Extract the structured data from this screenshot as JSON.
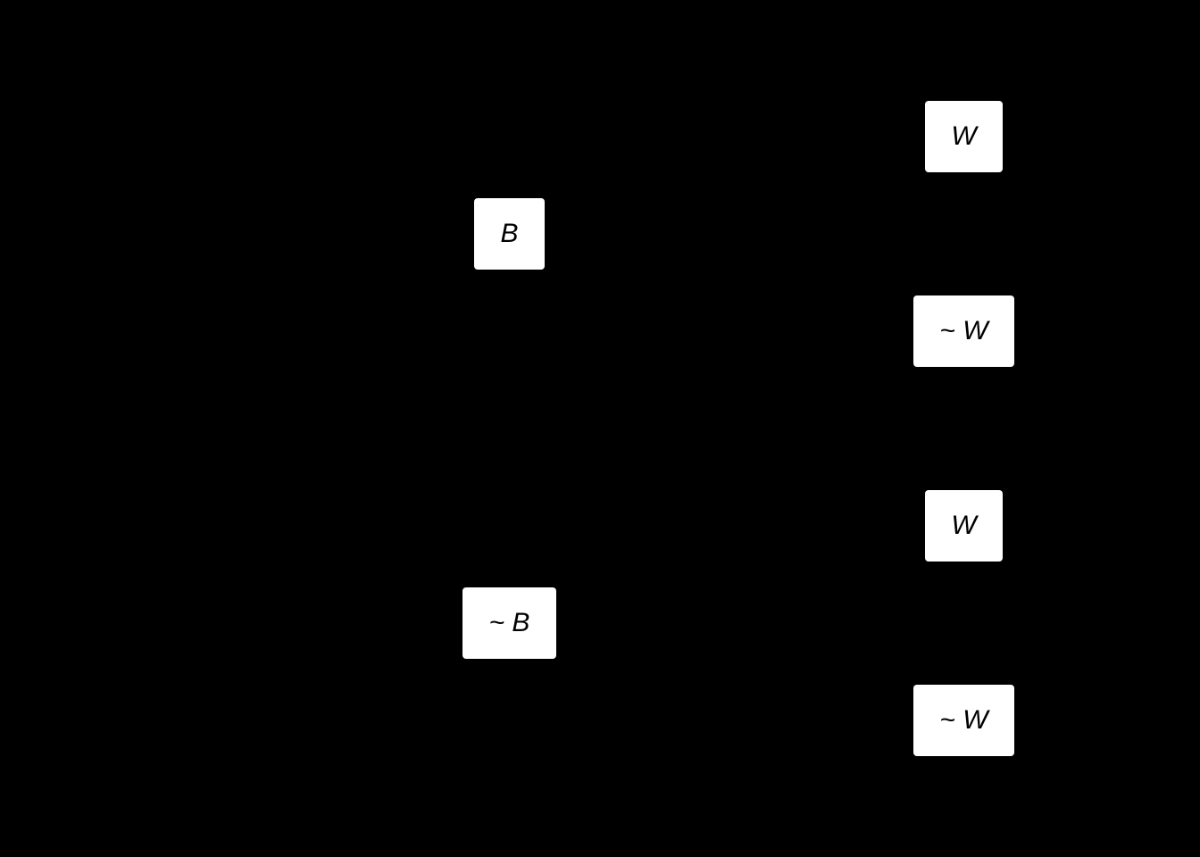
{
  "diagram": {
    "background_color": "#000000",
    "node_color": "#ffffff",
    "text_color": "#000000",
    "nodes": {
      "b": "B",
      "not_b": "~ B",
      "w_1": "W",
      "not_w_1": "~ W",
      "w_2": "W",
      "not_w_2": "~ W"
    }
  }
}
